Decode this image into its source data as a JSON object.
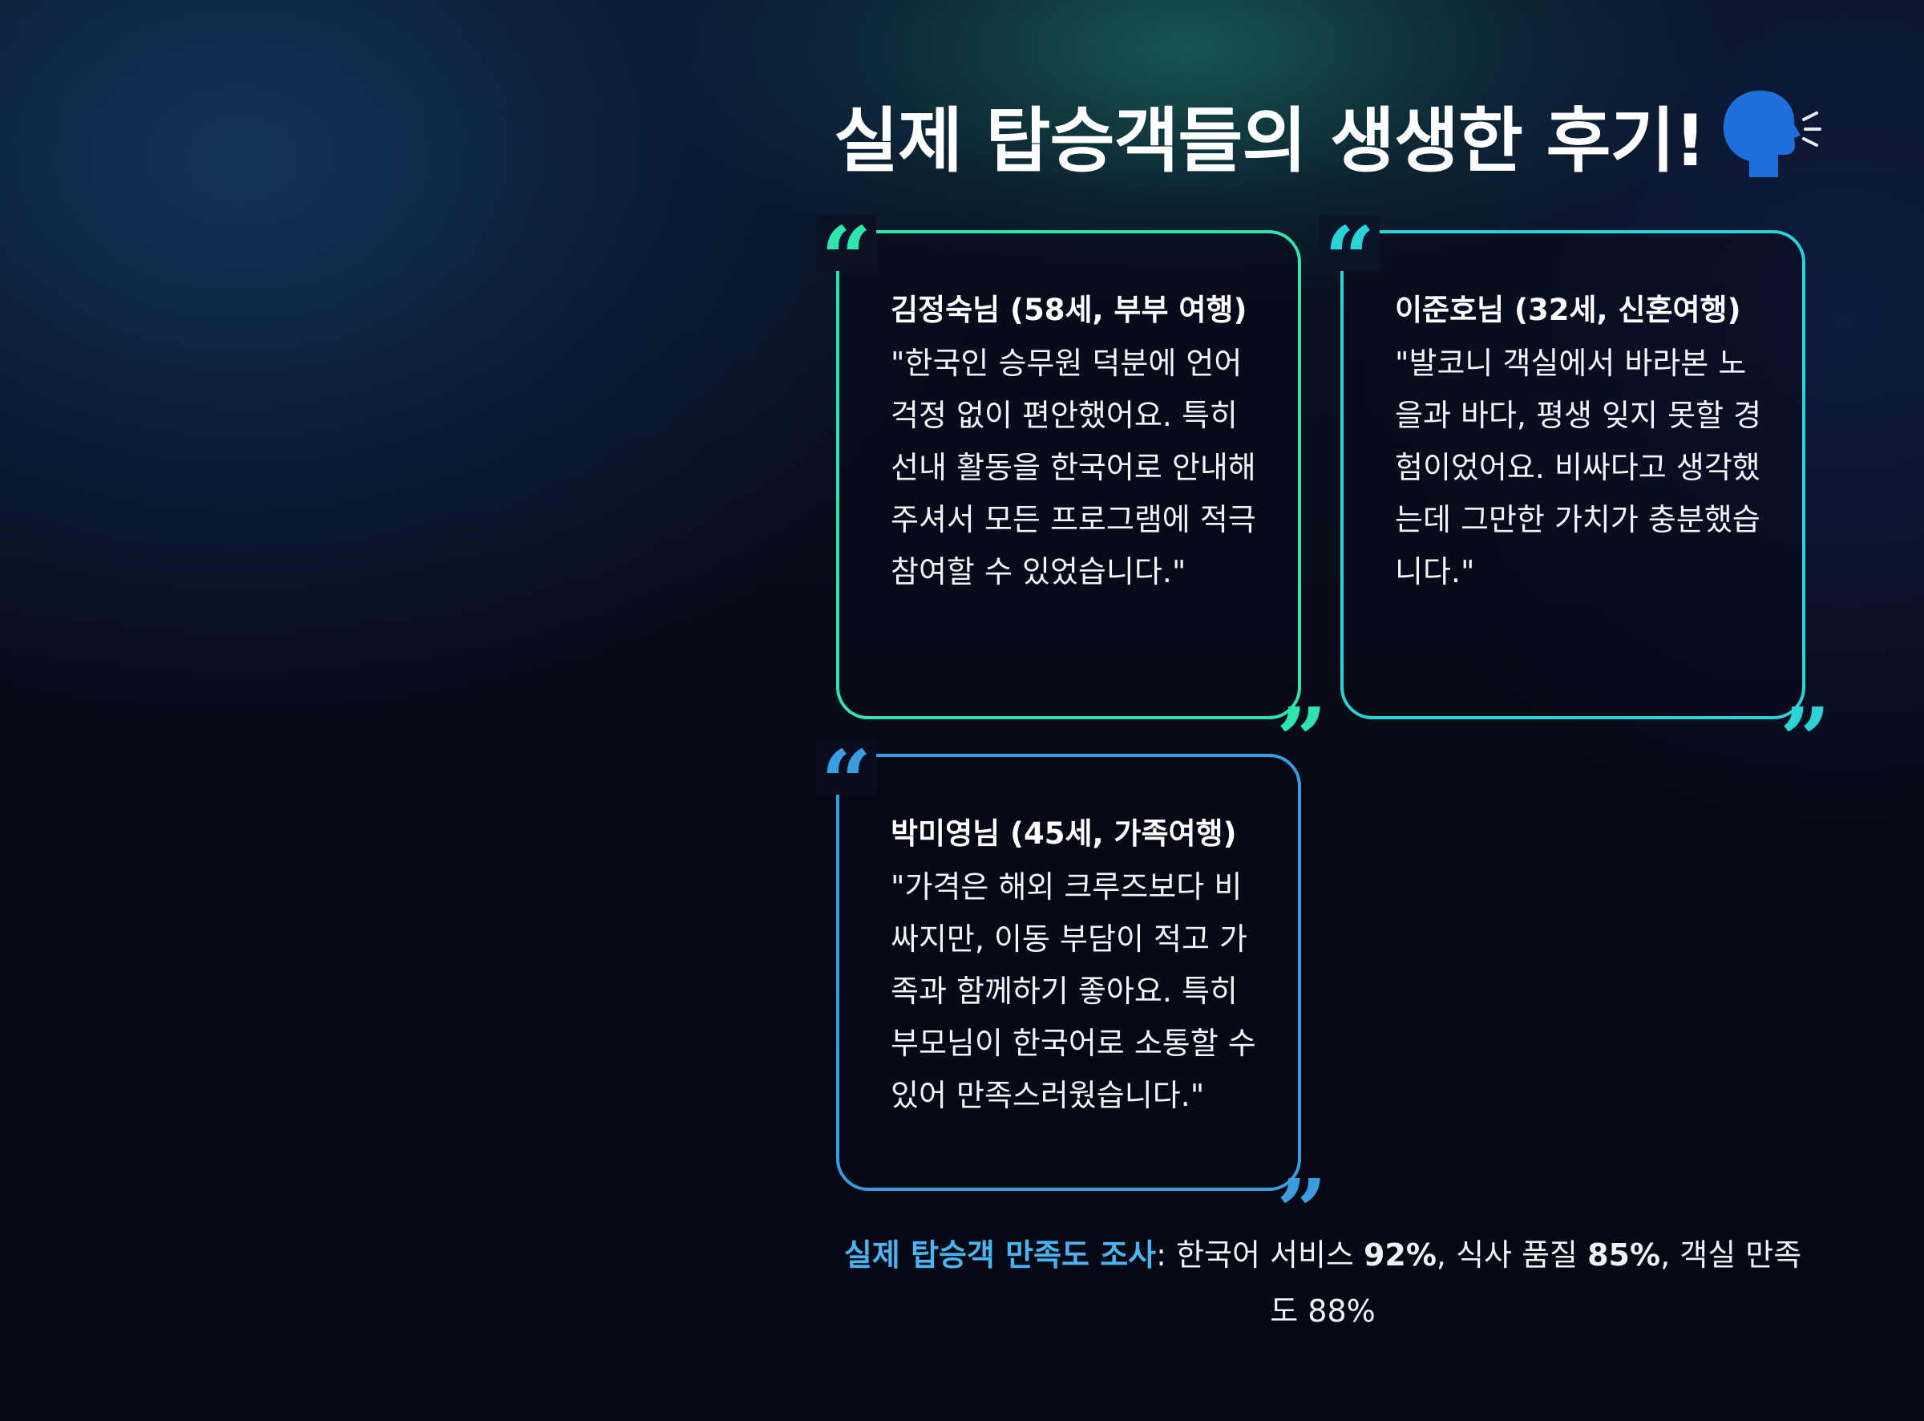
{
  "header": {
    "title": "실제 탑승객들의 생생한 후기!",
    "icon": "speaking-head-icon"
  },
  "reviews": [
    {
      "name": "김정숙님 (58세, 부부 여행)",
      "text": "\"한국인 승무원 덕분에 언어 걱정 없이 편안했어요. 특히 선내 활동을 한국어로 안내해 주셔서 모든 프로그램에 적극 참여할 수 있었습니다.\"",
      "accent": "#2ee6ad"
    },
    {
      "name": "이준호님 (32세, 신혼여행)",
      "text": "\"발코니 객실에서 바라본 노을과 바다, 평생 잊지 못할 경험이었어요. 비싸다고 생각했는데 그만한 가치가 충분했습니다.\"",
      "accent": "#2ad3d8"
    },
    {
      "name": "박미영님 (45세, 가족여행)",
      "text": "\"가격은 해외 크루즈보다 비싸지만, 이동 부담이 적고 가족과 함께하기 좋아요. 특히 부모님이 한국어로 소통할 수 있어 만족스러웠습니다.\"",
      "accent": "#3a9de0"
    }
  ],
  "quote_marks": {
    "open": "“",
    "close": "”"
  },
  "summary": {
    "lead": "실제 탑승객 만족도 조사",
    "colon": ": ",
    "item1_label": "한국어 서비스 ",
    "item1_value": "92%",
    "sep1": ", ",
    "item2_label": "식사 품질 ",
    "item2_value": "85%",
    "sep2": ", ",
    "item3_label": "객실 만족도 ",
    "item3_value": "88%"
  },
  "colors": {
    "lead": "#4ab3f0",
    "background": "#070a16"
  }
}
